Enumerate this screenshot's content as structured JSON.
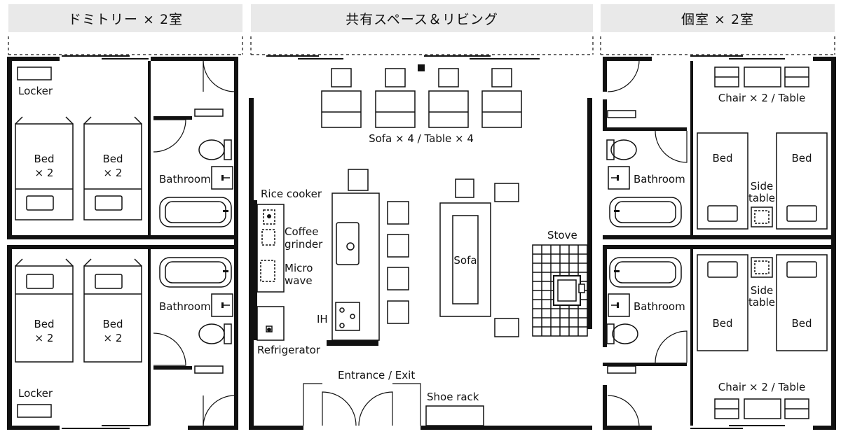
{
  "headers": {
    "dormitory": "ドミトリー × 2室",
    "shared": "共有スペース＆リビング",
    "private": "個室 × 2室"
  },
  "labels": {
    "locker": "Locker",
    "bed": "Bed",
    "times_two": "× 2",
    "bathroom": "Bathroom",
    "rice_cooker": "Rice cooker",
    "coffee_1": "Coffee",
    "coffee_2": "grinder",
    "micro_1": "Micro",
    "micro_2": "wave",
    "refrigerator": "Refrigerator",
    "ih": "IH",
    "sofa_table": "Sofa × 4 / Table × 4",
    "sofa": "Sofa",
    "stove": "Stove",
    "entrance": "Entrance / Exit",
    "shoe_rack": "Shoe rack",
    "chair_table": "Chair × 2 / Table",
    "side_1": "Side",
    "side_2": "table"
  }
}
